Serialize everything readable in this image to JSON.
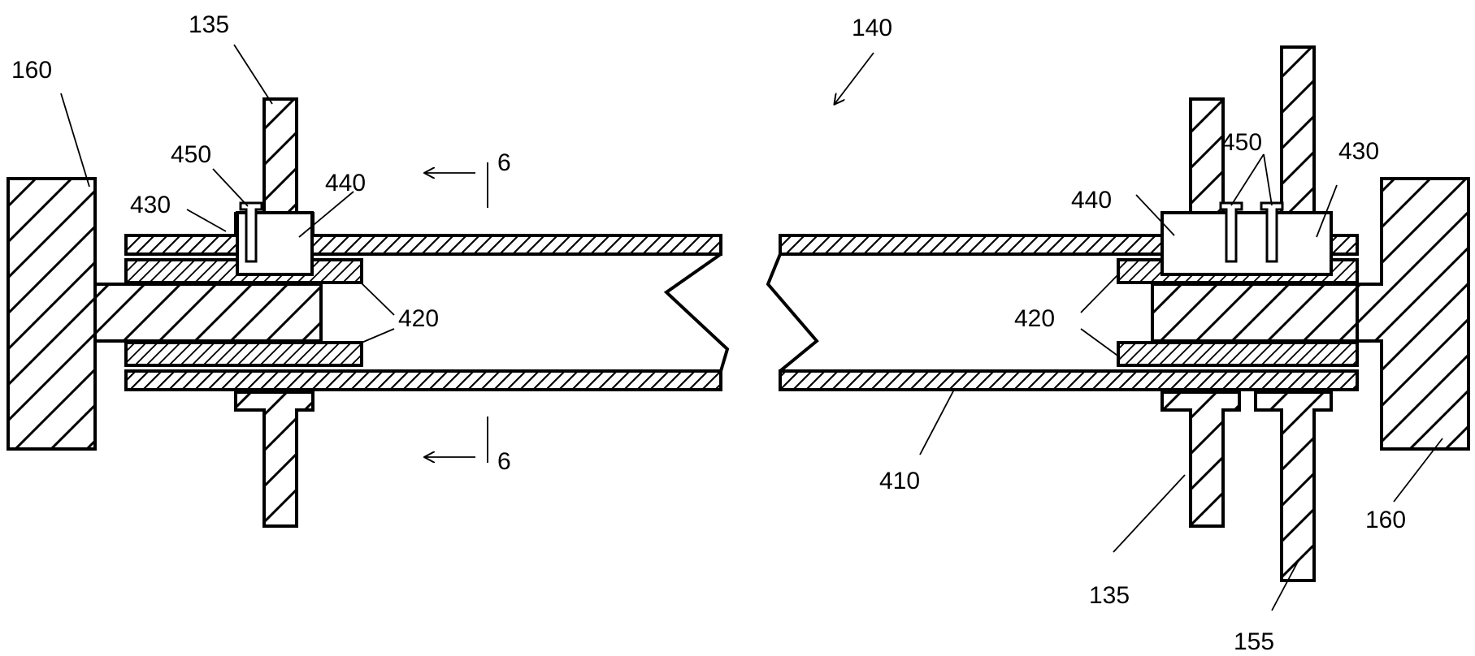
{
  "figure": {
    "labels": {
      "l160_left": "160",
      "l135_top": "135",
      "l450_left": "450",
      "l430_left": "430",
      "l440_left": "440",
      "l6_top": "6",
      "l420_left_a": "420",
      "l6_bottom": "6",
      "l140": "140",
      "l450_right": "450",
      "l430_right": "430",
      "l440_right": "440",
      "l420_right": "420",
      "l410": "410",
      "l135_bottom": "135",
      "l155": "155",
      "l160_right": "160"
    },
    "colors": {
      "line": "#000000",
      "background": "#ffffff"
    }
  }
}
